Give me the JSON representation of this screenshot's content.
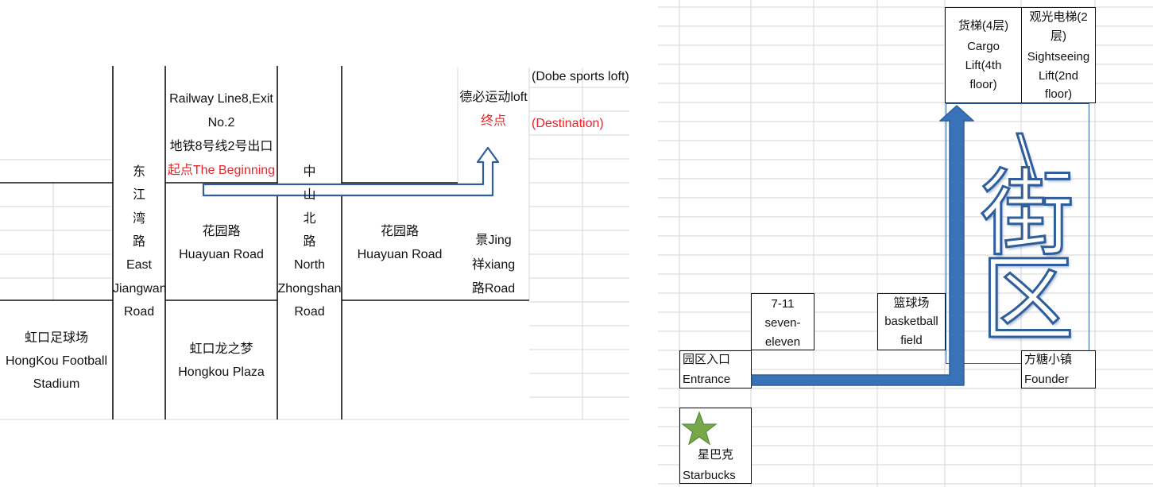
{
  "left_map": {
    "roads": {
      "east_jiangwan_cn": [
        "东",
        "江",
        "湾",
        "路"
      ],
      "east_jiangwan_en": [
        "East",
        "Jiangwan",
        "Road"
      ],
      "north_zhongshan_cn": [
        "中",
        "山",
        "北",
        "路"
      ],
      "north_zhongshan_en": [
        "North",
        "Zhongshan",
        "Road"
      ],
      "huayuan_cn": "花园路",
      "huayuan_en": "Huayuan Road",
      "jingxiang": [
        "景Jing",
        "祥xiang",
        "路Road"
      ]
    },
    "start": {
      "line1": "Railway Line8,Exit",
      "line2": "No.2",
      "line3": "地铁8号线2号出口",
      "label": "起点The Beginning"
    },
    "destination": {
      "name_cn": "德必运动loft",
      "end_cn": "终点",
      "name_en": "(Dobe sports loft)",
      "end_en": "(Destination)"
    },
    "landmarks": {
      "stadium": [
        "虹口足球场",
        "HongKou Football",
        "Stadium"
      ],
      "plaza": [
        "虹口龙之梦",
        "Hongkou Plaza"
      ]
    }
  },
  "right_map": {
    "cargo_lift": [
      "货梯(4层)",
      "Cargo",
      "Lift(4th",
      "floor)"
    ],
    "sightseeing_lift": [
      "观光电梯(2",
      "层)",
      "Sightseeing",
      "Lift(2nd",
      "floor)"
    ],
    "seven_eleven": [
      "7-11",
      "seven-",
      "eleven"
    ],
    "basketball": [
      "篮球场",
      "basketball",
      "field"
    ],
    "entrance": [
      "园区入口",
      "Entrance"
    ],
    "founder": [
      "方糖小镇",
      "Founder"
    ],
    "starbucks": [
      "星巴克",
      "Starbucks"
    ],
    "district_glyphs": [
      "\\",
      "街",
      "区"
    ]
  },
  "colors": {
    "route_stroke": "#2f5e9a",
    "route_fill": "#3a72b8",
    "highlight_red": "#e8242b",
    "star_green": "#76a84a",
    "gridline": "#d4d4d4"
  }
}
